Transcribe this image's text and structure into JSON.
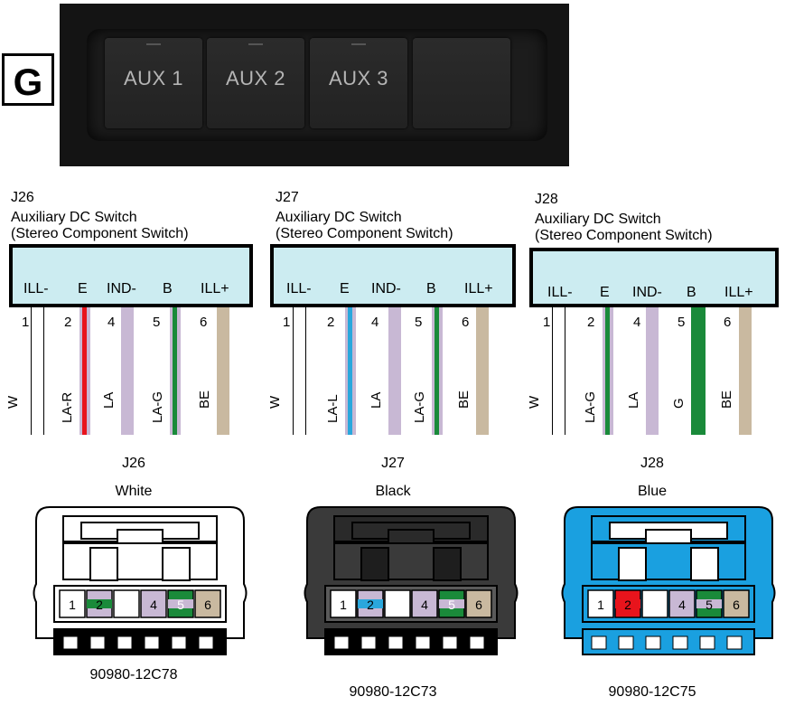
{
  "photo": {
    "section_label": "G",
    "buttons": [
      "AUX 1",
      "AUX 2",
      "AUX 3",
      ""
    ]
  },
  "switches": [
    {
      "id": "J26",
      "title": "Auxiliary DC Switch",
      "subtitle": "(Stereo Component Switch)",
      "pin_labels": [
        "ILL-",
        "E",
        "IND-",
        "B",
        "ILL+"
      ],
      "pins": [
        {
          "num": "1",
          "code": "W",
          "colors": [
            "#ffffff"
          ]
        },
        {
          "num": "2",
          "code": "LA-R",
          "colors": [
            "#c8b8d4",
            "#e8141c"
          ]
        },
        {
          "num": "4",
          "code": "LA",
          "colors": [
            "#c8b8d4"
          ]
        },
        {
          "num": "5",
          "code": "LA-G",
          "colors": [
            "#c8b8d4",
            "#1a8a3a"
          ]
        },
        {
          "num": "6",
          "code": "BE",
          "colors": [
            "#c9b9a0"
          ]
        }
      ]
    },
    {
      "id": "J27",
      "title": "Auxiliary DC Switch",
      "subtitle": "(Stereo Component Switch)",
      "pin_labels": [
        "ILL-",
        "E",
        "IND-",
        "B",
        "ILL+"
      ],
      "pins": [
        {
          "num": "1",
          "code": "W",
          "colors": [
            "#ffffff"
          ]
        },
        {
          "num": "2",
          "code": "LA-L",
          "colors": [
            "#c8b8d4",
            "#2aa7dc"
          ]
        },
        {
          "num": "4",
          "code": "LA",
          "colors": [
            "#c8b8d4"
          ]
        },
        {
          "num": "5",
          "code": "LA-G",
          "colors": [
            "#c8b8d4",
            "#1a8a3a"
          ]
        },
        {
          "num": "6",
          "code": "BE",
          "colors": [
            "#c9b9a0"
          ]
        }
      ]
    },
    {
      "id": "J28",
      "title": "Auxiliary DC Switch",
      "subtitle": "(Stereo Component Switch)",
      "pin_labels": [
        "ILL-",
        "E",
        "IND-",
        "B",
        "ILL+"
      ],
      "pins": [
        {
          "num": "1",
          "code": "W",
          "colors": [
            "#ffffff"
          ]
        },
        {
          "num": "2",
          "code": "LA-G",
          "colors": [
            "#c8b8d4",
            "#1a8a3a"
          ]
        },
        {
          "num": "4",
          "code": "LA",
          "colors": [
            "#c8b8d4"
          ]
        },
        {
          "num": "5",
          "code": "G",
          "colors": [
            "#1a8a3a"
          ]
        },
        {
          "num": "6",
          "code": "BE",
          "colors": [
            "#c9b9a0"
          ]
        }
      ]
    }
  ],
  "connectors": [
    {
      "id": "J26",
      "color_name": "White",
      "part": "90980-12C78",
      "body_color": "#ffffff",
      "pin2_color": "#c8b8d4",
      "pin2_stripe": "#1a8a3a",
      "pins": [
        "1",
        "2",
        "",
        "4",
        "5",
        "6"
      ]
    },
    {
      "id": "J27",
      "color_name": "Black",
      "part": "90980-12C73",
      "body_color": "#3a3a3a",
      "pin2_color": "#c8b8d4",
      "pin2_stripe": "#2aa7dc",
      "pins": [
        "1",
        "2",
        "",
        "4",
        "5",
        "6"
      ]
    },
    {
      "id": "J28",
      "color_name": "Blue",
      "part": "90980-12C75",
      "body_color": "#1aa0e0",
      "pin2_color": "#e8141c",
      "pin2_stripe": "#e8141c",
      "pins": [
        "1",
        "2",
        "",
        "4",
        "5",
        "6"
      ]
    }
  ],
  "colors": {
    "box_fill": "#ccecf1",
    "lavender": "#c8b8d4",
    "green": "#1a8a3a",
    "beige": "#c9b9a0"
  }
}
